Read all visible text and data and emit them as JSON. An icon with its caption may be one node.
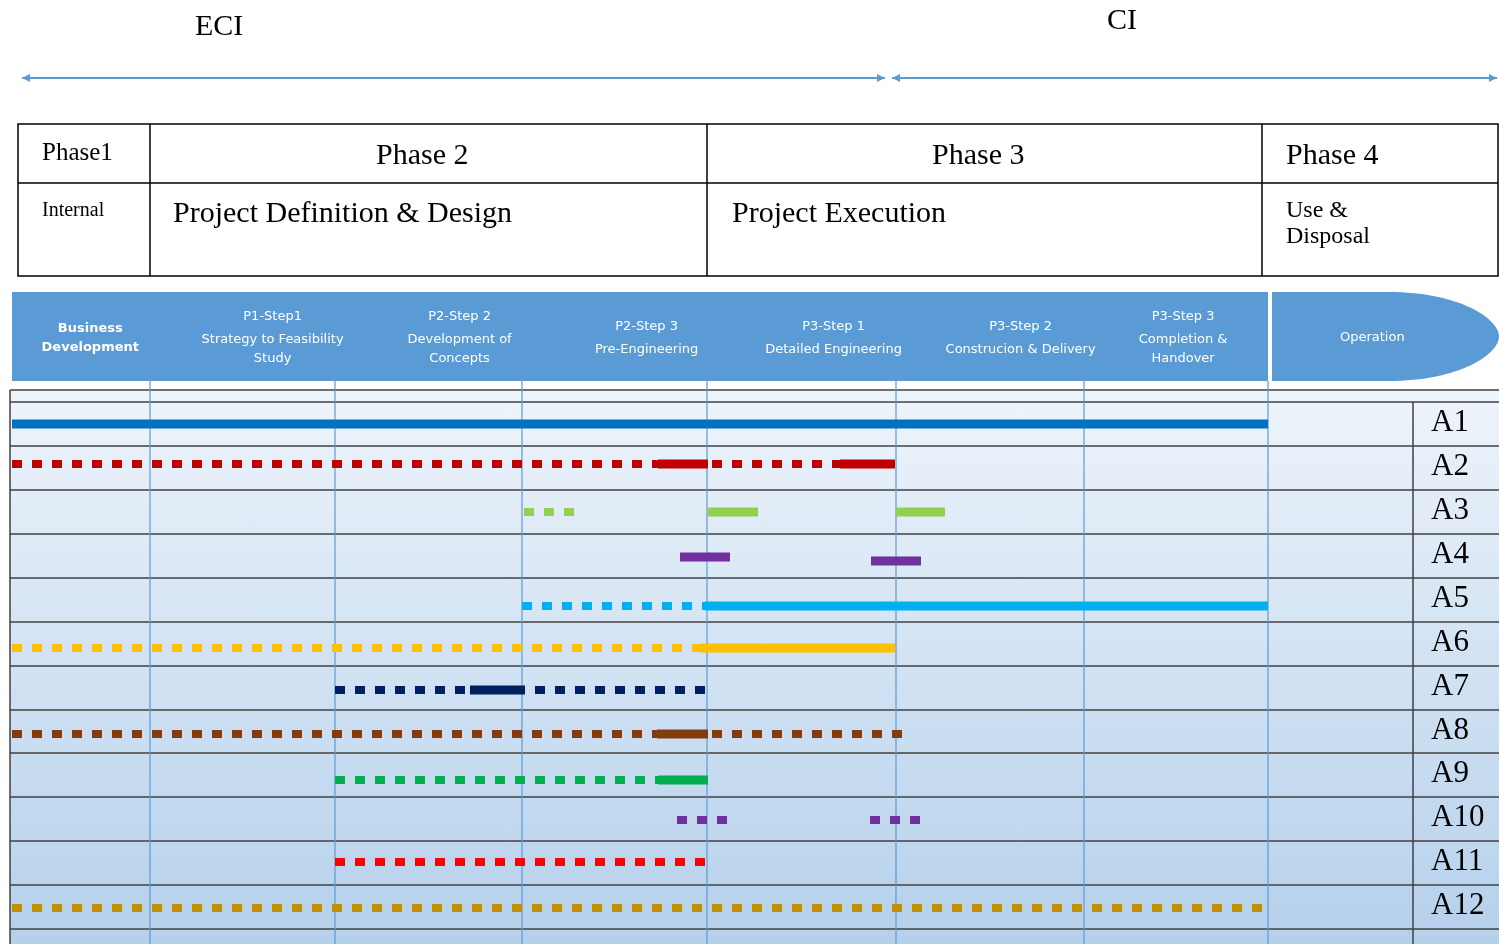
{
  "diagram": {
    "nodes": [
      {
        "text": [
          "Business Development"
        ]
      },
      {
        "text": [
          "P1-Step1",
          "Strategy to Feasibility Study"
        ]
      },
      {
        "text": [
          "P2-Step 2",
          "Development of Concepts"
        ]
      },
      {
        "text": [
          "P2-Step 3",
          "Pre-Engineering"
        ]
      },
      {
        "text": [
          "P3-Step 1",
          "Detailed Engineering"
        ]
      },
      {
        "text": [
          "P3-Step 2",
          "Construcion & Delivery"
        ]
      },
      {
        "text": [
          "P3-Step 3",
          "Completion & Handover"
        ]
      },
      {
        "text": [
          "Operation"
        ]
      }
    ],
    "edges": [],
    "labels": [
      "ECI",
      "CI",
      "Phase1",
      "Phase 2",
      "Phase 3",
      "Phase 4",
      "Internal",
      "Project Definition & Design",
      "Project Execution",
      "Use & Disposal",
      "A1",
      "A2",
      "A3",
      "A4",
      "A5",
      "A6",
      "A7",
      "A8",
      "A9",
      "A10",
      "A11",
      "A12"
    ]
  }
}
